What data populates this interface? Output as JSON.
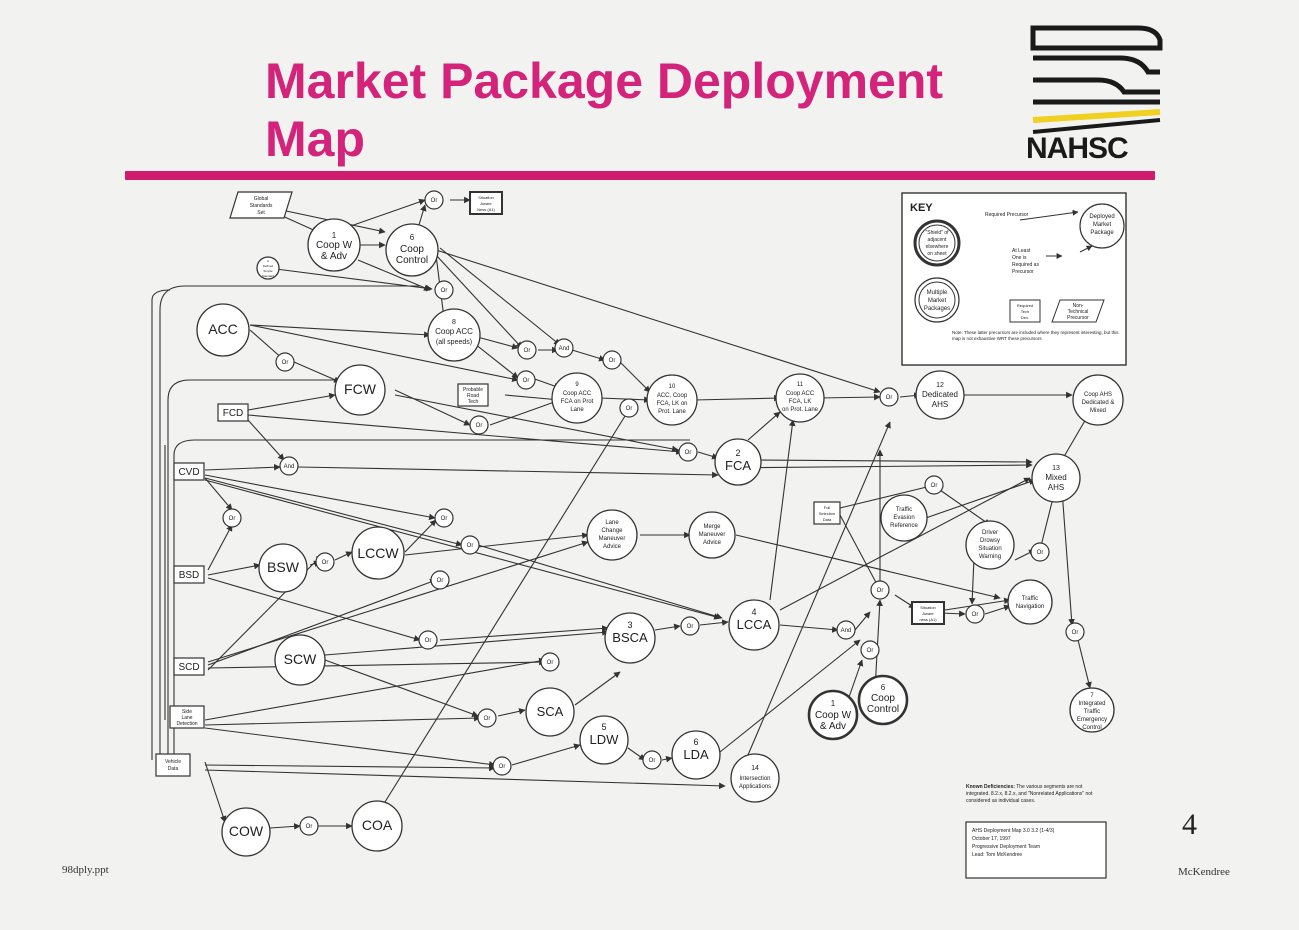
{
  "title": "Market Package Deployment Map",
  "logo_text": "NAHSC",
  "page_number": "4",
  "footer": {
    "left": "98dply.ppt",
    "right": "McKendree"
  },
  "colors": {
    "title": "#d4237a",
    "rule": "#d01c6c",
    "logo_yellow": "#f0d020"
  },
  "key": {
    "title": "KEY",
    "required_precursor": "Required Precursor",
    "deployed_package_lines": [
      "Deployed",
      "Market",
      "Package"
    ],
    "at_least_one_lines": [
      "At Least",
      "One is",
      "Required as",
      "Precursor"
    ],
    "or_label": "Or",
    "shield_lines": [
      "\"Shield\" of",
      "adjacent",
      "elsewhere",
      "on sheet"
    ],
    "multiple_lines": [
      "Multiple",
      "Market",
      "Packages"
    ],
    "nontech_lines": [
      "Non-",
      "Technical",
      "Precursor"
    ],
    "box_lines": [
      "Required",
      "Tech",
      "Dev."
    ],
    "note": "Note: These latter precursors are included where they represent interesting, but this map is not exhaustive WRT these precursors"
  },
  "deficiencies": {
    "heading": "Known Deficiencies:",
    "text": "The various segments are not integrated. 8.2.x, 8.2.x, and \"Nonrelated Applications\" not considered as individual cases.",
    "lines": [
      "AHS Deployment Map 3.0 3.2 (1-4/3)",
      "October 17, 1997",
      "Progressive Deployment Team",
      "Lead: Tom McKendree"
    ]
  },
  "nodes": {
    "n1_num": "1",
    "n1_l1": "Coop W",
    "n1_l2": "& Adv",
    "n6_num": "6",
    "n6_l1": "Coop",
    "n6_l2": "Control",
    "acc": "ACC",
    "fcw": "FCW",
    "bsw": "BSW",
    "lccw": "LCCW",
    "scw": "SCW",
    "cow": "COW",
    "coa": "COA",
    "n8_num": "8",
    "n8_l1": "Coop ACC",
    "n8_l2": "(all speeds)",
    "n9_num": "9",
    "n9_l1": "Coop ACC",
    "n9_l2": "FCA on Prot",
    "n9_l3": "Lane",
    "n10_num": "10",
    "n10_l1": "ACC, Coop",
    "n10_l2": "FCA, LK on",
    "n10_l3": "Prot. Lane",
    "n11_num": "11",
    "n11_l1": "Coop ACC",
    "n11_l2": "FCA, LK",
    "n11_l3": "on Prot. Lane",
    "n12_num": "12",
    "n12_l1": "Dedicated",
    "n12_l2": "AHS",
    "fca_num": "2",
    "fca": "FCA",
    "mixed_num": "13",
    "mixed_l1": "Mixed",
    "mixed_l2": "AHS",
    "coop_ahs_l1": "Coop AHS",
    "coop_ahs_l2": "Dedicated &",
    "coop_ahs_l3": "Mixed",
    "lane_change_l1": "Lane",
    "lane_change_l2": "Change",
    "lane_change_l3": "Maneuver",
    "lane_change_l4": "Advice",
    "merge_l1": "Merge",
    "merge_l2": "Maneuver",
    "merge_l3": "Advice",
    "traffic_evasion_l1": "Traffic",
    "traffic_evasion_l2": "Evasion",
    "traffic_evasion_l3": "Reference",
    "driver_warn_l1": "Driver",
    "driver_warn_l2": "Drowsy",
    "driver_warn_l3": "Situation",
    "driver_warn_l4": "Warning",
    "traffic_nav_l1": "Traffic",
    "traffic_nav_l2": "Navigation",
    "bsca_num": "3",
    "bsca": "BSCA",
    "lcca_num": "4",
    "lcca": "LCCA",
    "sca": "SCA",
    "ldw_num": "5",
    "ldw": "LDW",
    "lda_num": "6",
    "lda": "LDA",
    "intl_num": "14",
    "intl_l1": "Intersection",
    "intl_l2": "Applications",
    "coop_w2_num": "1",
    "coop_w2_l1": "Coop W",
    "coop_w2_l2": "& Adv",
    "coop_c2_num": "6",
    "coop_c2_l1": "Coop",
    "coop_c2_l2": "Control",
    "integrated_num": "7",
    "integrated_l1": "Integrated",
    "integrated_l2": "Traffic",
    "integrated_l3": "Emergency",
    "integrated_l4": "Control"
  },
  "boxes": {
    "global_std": [
      "Global",
      "Standards",
      "Set"
    ],
    "situation_aware": [
      "Situation",
      "Aware",
      "Ness (A1)"
    ],
    "defined_std": [
      "A",
      "Defined",
      "Simple",
      "Standard"
    ],
    "fcd": "FCD",
    "cvd": "CVD",
    "bsd": "BSD",
    "scd": "SCD",
    "probable_tech": [
      "Probable",
      "Road",
      "Tech"
    ],
    "full_select": [
      "Full",
      "Selection",
      "Data"
    ],
    "situation_aware2": [
      "Situation",
      "Aware",
      "ness (A1)"
    ],
    "side_lane": [
      "Side",
      "Lane",
      "Detection"
    ],
    "vehicle_data": [
      "Vehicle",
      "Data"
    ]
  },
  "ors": {
    "or": "Or",
    "and": "And"
  }
}
